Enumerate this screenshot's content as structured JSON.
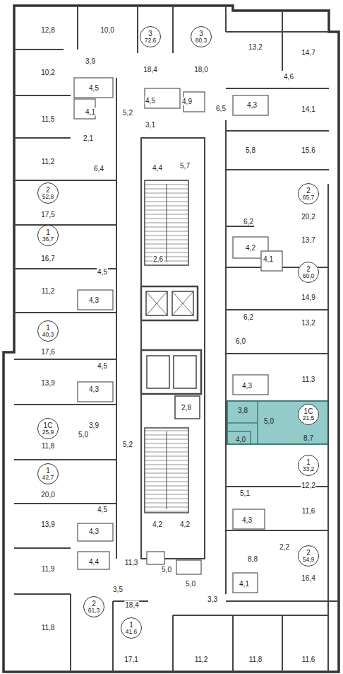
{
  "diagram": {
    "nodes": [
      {
        "text": [
          "3",
          "72,6"
        ]
      },
      {
        "text": [
          "3",
          "80,3"
        ]
      },
      {
        "text": [
          "2",
          "52,8"
        ]
      },
      {
        "text": [
          "2",
          "65,7"
        ]
      },
      {
        "text": [
          "1",
          "36,7"
        ]
      },
      {
        "text": [
          "2",
          "60,0"
        ]
      },
      {
        "text": [
          "1",
          "40,3"
        ]
      },
      {
        "text": [
          "3,8",
          "5,0",
          "4,0",
          "8,7"
        ]
      },
      {
        "text": [
          "1С",
          "21,5"
        ],
        "in": 7
      },
      {
        "text": [
          "1С",
          "25,9"
        ]
      },
      {
        "text": [
          "1",
          "33,2"
        ]
      },
      {
        "text": [
          "1",
          "42,7"
        ]
      },
      {
        "text": [
          "2",
          "54,9"
        ]
      },
      {
        "text": [
          "2",
          "61,3"
        ]
      },
      {
        "text": [
          "1",
          "41,6"
        ]
      }
    ],
    "labels": [
      "12,8",
      "10,0",
      "13,2",
      "14,7",
      "3,9",
      "18,4",
      "18,0",
      "10,2",
      "4,6",
      "4,5",
      "4,5",
      "4,9",
      "4,3",
      "6,5",
      "14,1",
      "4,1",
      "5,2",
      "11,5",
      "3,1",
      "2,1",
      "5,8",
      "15,6",
      "11,2",
      "5,7",
      "4,4",
      "6,4",
      "17,5",
      "20,2",
      "6,2",
      "13,7",
      "4,2",
      "16,7",
      "2,6",
      "4,1",
      "4,5",
      "11,2",
      "14,9",
      "4,3",
      "6,2",
      "13,2",
      "6,0",
      "17,6",
      "4,5",
      "11,3",
      "13,9",
      "4,3",
      "4,3",
      "2,8",
      "3,9",
      "5,0",
      "5,2",
      "11,8",
      "12,2",
      "5,1",
      "20,0",
      "4,5",
      "11,6",
      "4,3",
      "13,9",
      "4,2",
      "4,2",
      "4,3",
      "2,2",
      "8,8",
      "4,4",
      "11,3",
      "11,9",
      "5,0",
      "16,4",
      "5,0",
      "4,1",
      "3,5",
      "3,3",
      "18,4",
      "11,8",
      "17,1",
      "11,2",
      "11,8",
      "11,6"
    ]
  }
}
